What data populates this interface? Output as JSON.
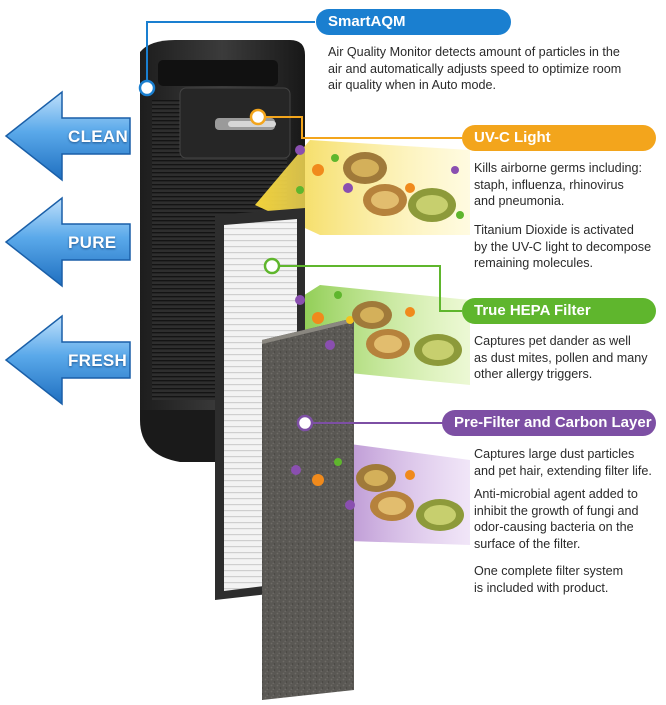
{
  "colors": {
    "smartaqm": "#1a7fd0",
    "uvc": "#f3a51c",
    "hepa": "#5fb62d",
    "prefilter": "#7d4fa4",
    "arrow": "#58a8e8",
    "unit_body": "#2b2b2b"
  },
  "arrows": {
    "clean": "CLEAN",
    "pure": "PURE",
    "fresh": "FRESH"
  },
  "sections": {
    "smartaqm": {
      "title": "SmartAQM",
      "text": "Air Quality Monitor detects amount of particles in the\nair and automatically adjusts speed to optimize room\nair quality when in Auto mode."
    },
    "uvc": {
      "title": "UV-C Light",
      "text1": "Kills airborne germs including:\nstaph, influenza, rhinovirus\nand pneumonia.",
      "text2": "Titanium Dioxide is activated\nby the UV-C light to decompose\nremaining molecules."
    },
    "hepa": {
      "title": "True HEPA Filter",
      "text": "Captures pet dander as well\nas dust mites, pollen and many\nother allergy triggers."
    },
    "prefilter": {
      "title": "Pre-Filter and Carbon Layer",
      "text1": "Captures large dust particles\nand pet hair, extending filter life.",
      "text2": "Anti-microbial agent added to\ninhibit the growth of fungi and\nodor-causing bacteria on the\nsurface of the filter.",
      "text3": "One complete filter system\nis included with product."
    }
  }
}
